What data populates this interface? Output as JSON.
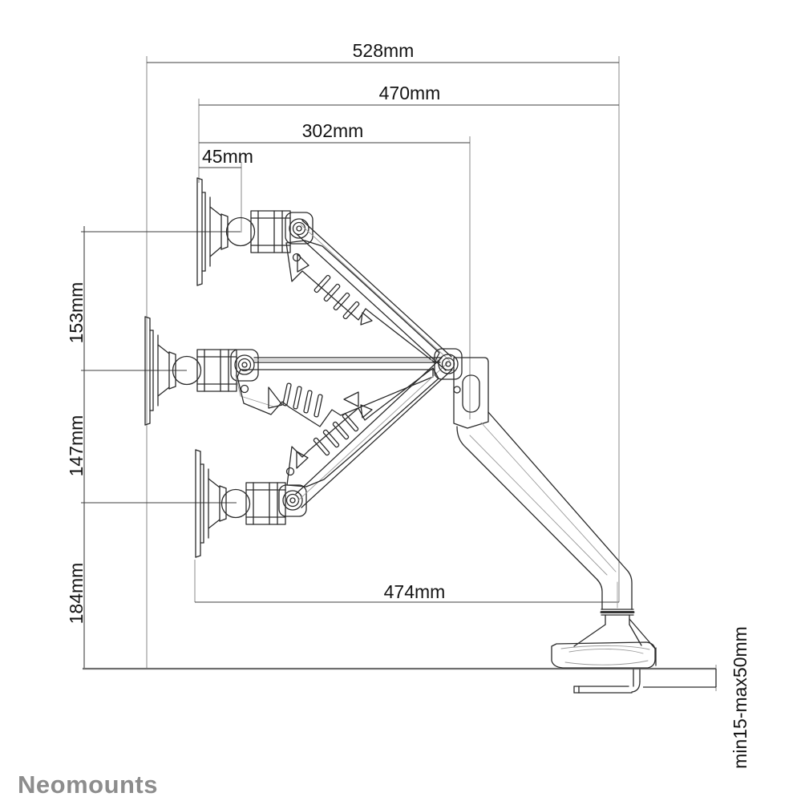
{
  "brand": {
    "name": "Neomounts",
    "color": "#8d8d8d"
  },
  "drawing": {
    "subject": "monitor-desk-mount-arm-side-view-three-positions",
    "line_color": "#2a2a2a",
    "dim_color": "#3f3f3f",
    "ext_color": "#8a8a8a"
  },
  "dimensions": {
    "total_depth": "528mm",
    "depth_to_plate": "470mm",
    "upper_arm_reach": "302mm",
    "plate_to_ball": "45mm",
    "drop_top_to_mid": "153mm",
    "drop_mid_to_low": "147mm",
    "drop_low_to_desk": "184mm",
    "reach_lowered": "474mm",
    "desk_thickness_range": "min15-max50mm"
  }
}
